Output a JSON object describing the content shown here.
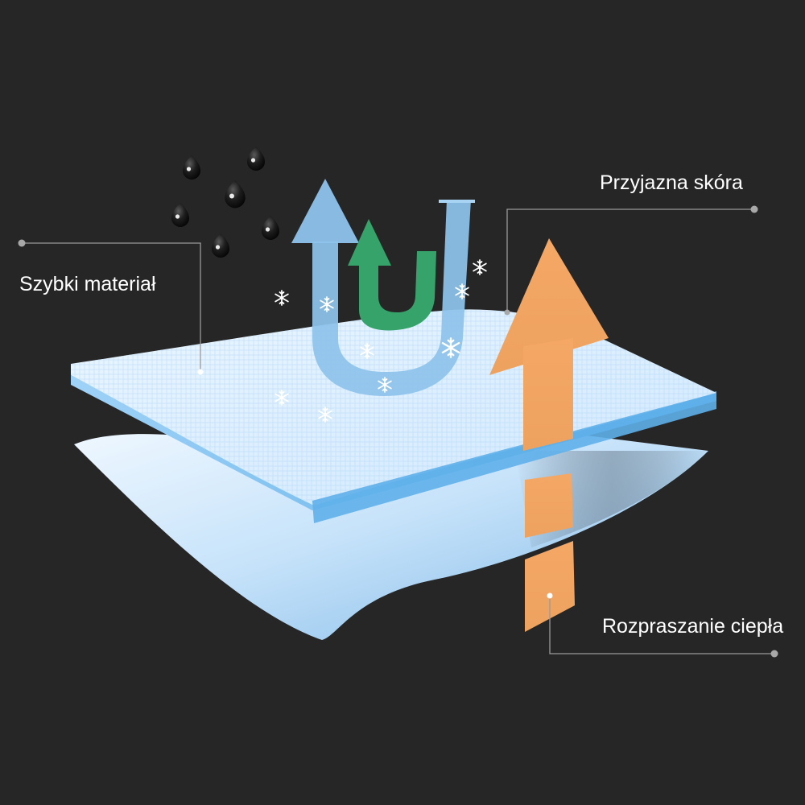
{
  "labels": {
    "quick_material": "Szybki materiał",
    "skin_friendly": "Przyjazna skóra",
    "heat_dissipation": "Rozpraszanie ciepła"
  },
  "colors": {
    "background": "#262626",
    "fabric_top": "#dcefff",
    "fabric_edge": "#6fb6ec",
    "fabric_bottom": "#b8dcf8",
    "moisture_arrow": "#8ec3ec",
    "green_arrow": "#36a46a",
    "heat_arrow": "#f2a463",
    "leader_line": "#9a9a9a",
    "droplet": "#1b1b1b"
  },
  "icons": [
    "water-droplet-icon",
    "snowflake-icon",
    "moisture-arrow-icon",
    "evaporation-arrow-icon",
    "heat-arrow-icon"
  ]
}
